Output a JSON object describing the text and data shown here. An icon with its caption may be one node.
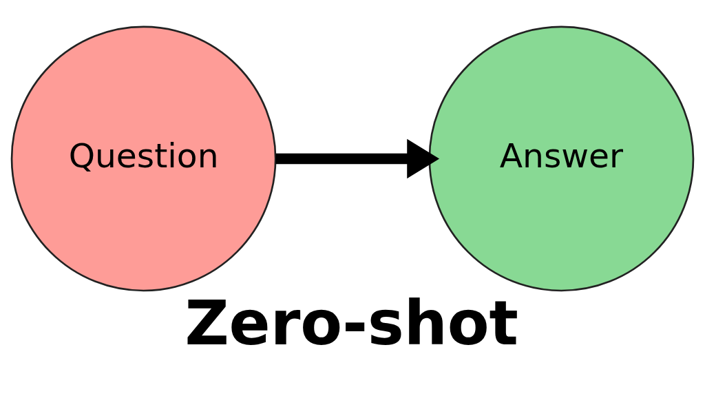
{
  "diagram": {
    "caption": "Zero-shot",
    "nodes": [
      {
        "text": [
          "Question"
        ]
      },
      {
        "text": [
          "Answer"
        ]
      }
    ],
    "edges": [
      {
        "from": 0,
        "to": 1,
        "arrow": "to"
      }
    ]
  }
}
